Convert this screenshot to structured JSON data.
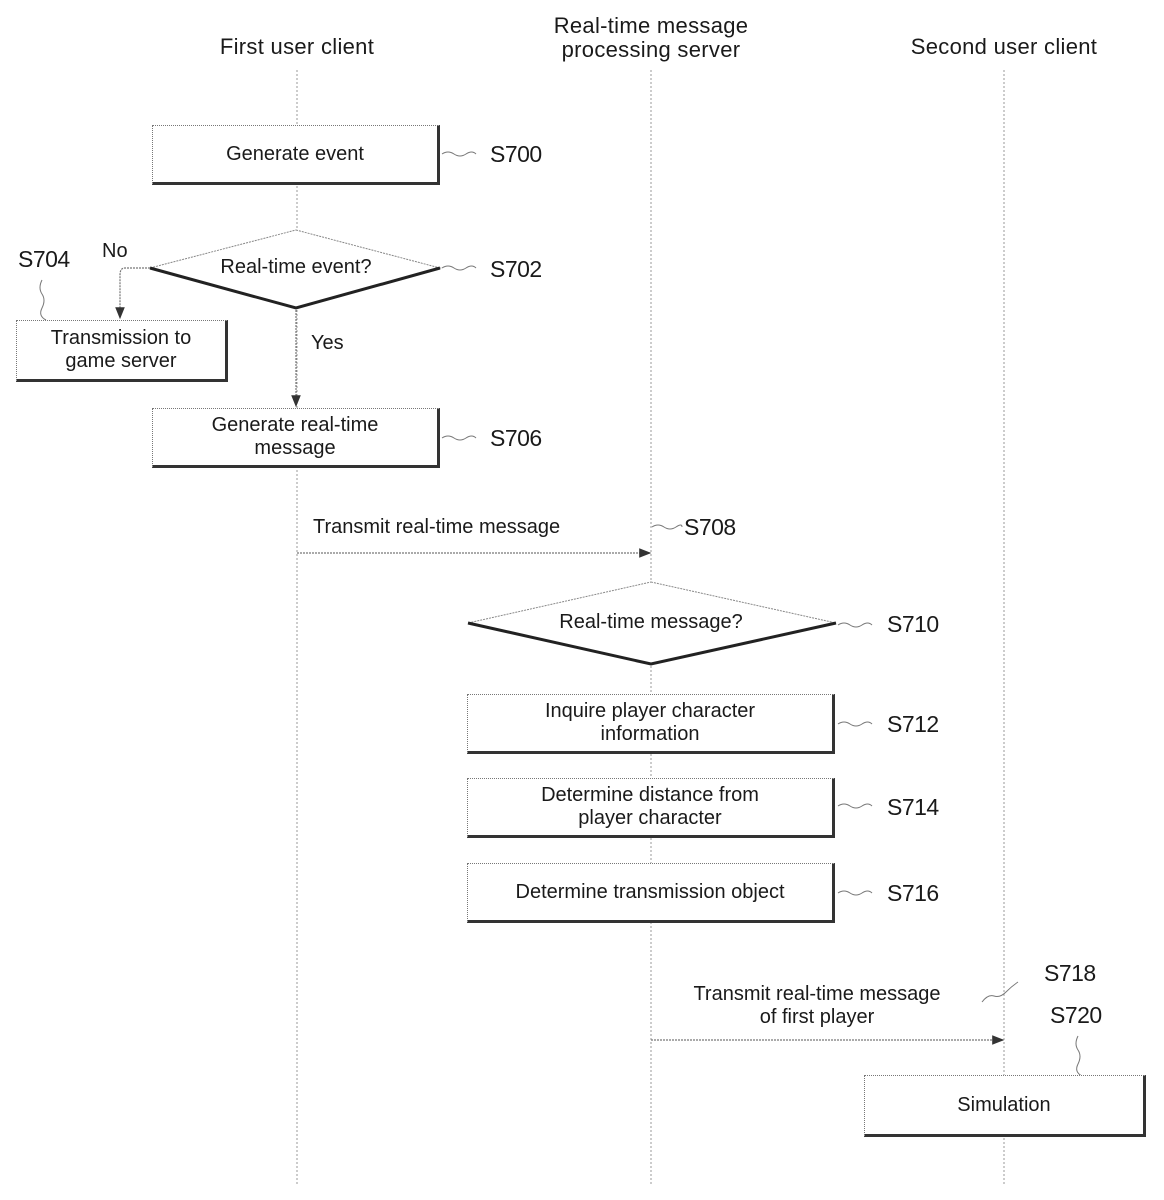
{
  "lanes": {
    "first_client": "First user client",
    "server": "Real-time message\nprocessing server",
    "second_client": "Second user client"
  },
  "steps": {
    "s700": {
      "id": "S700",
      "label": "Generate event"
    },
    "s702": {
      "id": "S702",
      "label": "Real-time event?"
    },
    "s704": {
      "id": "S704",
      "label": "Transmission to\ngame server"
    },
    "s706": {
      "id": "S706",
      "label": "Generate real-time\nmessage"
    },
    "s708": {
      "id": "S708",
      "label": "Transmit real-time message"
    },
    "s710": {
      "id": "S710",
      "label": "Real-time message?"
    },
    "s712": {
      "id": "S712",
      "label": "Inquire player character\ninformation"
    },
    "s714": {
      "id": "S714",
      "label": "Determine distance from\nplayer character"
    },
    "s716": {
      "id": "S716",
      "label": "Determine transmission object"
    },
    "s718": {
      "id": "S718",
      "label": "Transmit real-time message\nof first player"
    },
    "s720": {
      "id": "S720",
      "label": "Simulation"
    }
  },
  "branches": {
    "no": "No",
    "yes": "Yes"
  }
}
